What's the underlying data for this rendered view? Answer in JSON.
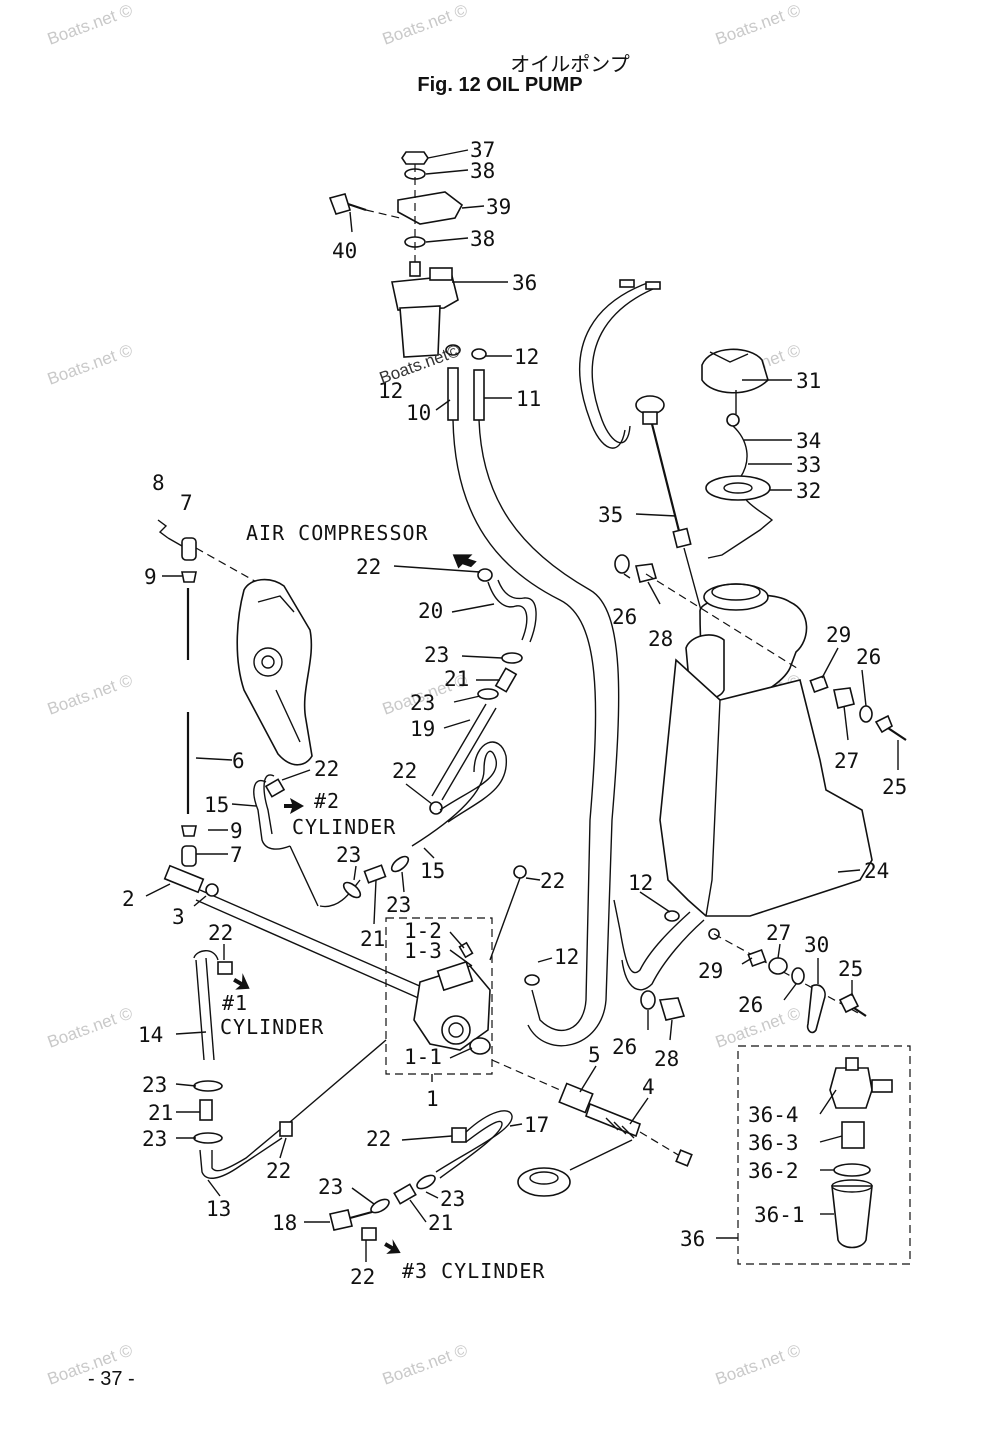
{
  "title_jp": "オイルポンプ",
  "title": "Fig. 12   OIL PUMP",
  "page_number": "- 37 -",
  "watermark": "Boats.net ©",
  "watermark_inline": "Boats.net©",
  "callouts": {
    "c1": "1",
    "c1_1": "1-1",
    "c1_2": "1-2",
    "c1_3": "1-3",
    "c2": "2",
    "c3": "3",
    "c4": "4",
    "c5": "5",
    "c6": "6",
    "c7a": "7",
    "c7b": "7",
    "c8": "8",
    "c9a": "9",
    "c9b": "9",
    "c10": "10",
    "c11": "11",
    "c12a": "12",
    "c12b": "12",
    "c12c": "12",
    "c12d": "12",
    "c13": "13",
    "c14": "14",
    "c15a": "15",
    "c15b": "15",
    "c17": "17",
    "c18": "18",
    "c19": "19",
    "c20": "20",
    "c21a": "21",
    "c21b": "21",
    "c21c": "21",
    "c21d": "21",
    "c22a": "22",
    "c22b": "22",
    "c22c": "22",
    "c22d": "22",
    "c22e": "22",
    "c22f": "22",
    "c22g": "22",
    "c22h": "22",
    "c23a": "23",
    "c23b": "23",
    "c23c": "23",
    "c23d": "23",
    "c23e": "23",
    "c23f": "23",
    "c23g": "23",
    "c23h": "23",
    "c24": "24",
    "c25a": "25",
    "c25b": "25",
    "c26a": "26",
    "c26b": "26",
    "c26c": "26",
    "c26d": "26",
    "c27a": "27",
    "c27b": "27",
    "c28a": "28",
    "c28b": "28",
    "c29a": "29",
    "c29b": "29",
    "c30": "30",
    "c31": "31",
    "c32": "32",
    "c33": "33",
    "c34": "34",
    "c35": "35",
    "c36a": "36",
    "c36b": "36",
    "c36_1": "36-1",
    "c36_2": "36-2",
    "c36_3": "36-3",
    "c36_4": "36-4",
    "c37": "37",
    "c38a": "38",
    "c38b": "38",
    "c39": "39",
    "c40": "40"
  },
  "labels": {
    "air_compressor": "AIR COMPRESSOR",
    "cyl2_num": "#2",
    "cyl2_word": "CYLINDER",
    "cyl1_num": "#1",
    "cyl1_word": "CYLINDER",
    "cyl3": "#3 CYLINDER"
  }
}
